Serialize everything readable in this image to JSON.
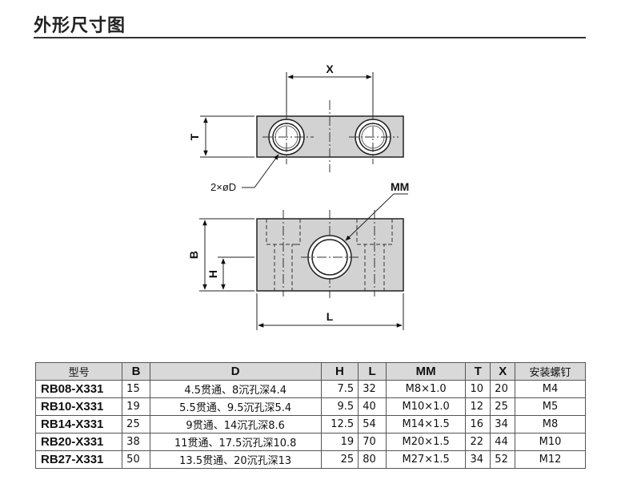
{
  "title": "外形尺寸图",
  "drawing_labels": {
    "x": "X",
    "t": "T",
    "d": "2×øD",
    "mm": "MM",
    "b": "B",
    "h": "H",
    "l": "L"
  },
  "table": {
    "headers": [
      "型号",
      "B",
      "D",
      "H",
      "L",
      "MM",
      "T",
      "X",
      "安装螺钉"
    ],
    "rows": [
      [
        "RB08-X331",
        "15",
        "4.5贯通、8沉孔深4.4",
        "7.5",
        "32",
        "M8×1.0",
        "10",
        "20",
        "M4"
      ],
      [
        "RB10-X331",
        "19",
        "5.5贯通、9.5沉孔深5.4",
        "9.5",
        "40",
        "M10×1.0",
        "12",
        "25",
        "M5"
      ],
      [
        "RB14-X331",
        "25",
        "9贯通、14沉孔深8.6",
        "12.5",
        "54",
        "M14×1.5",
        "16",
        "34",
        "M8"
      ],
      [
        "RB20-X331",
        "38",
        "11贯通、17.5沉孔深10.8",
        "19",
        "70",
        "M20×1.5",
        "22",
        "44",
        "M10"
      ],
      [
        "RB27-X331",
        "50",
        "13.5贯通、20沉孔深13",
        "25",
        "80",
        "M27×1.5",
        "34",
        "52",
        "M12"
      ]
    ]
  }
}
